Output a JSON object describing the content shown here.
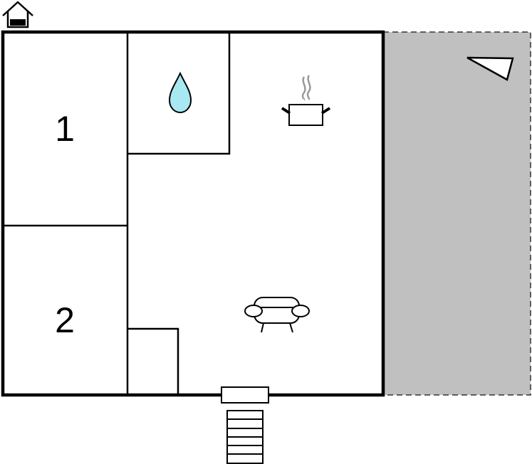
{
  "floorplan": {
    "rooms": [
      {
        "id": "bedroom-1",
        "label": "1"
      },
      {
        "id": "bedroom-2",
        "label": "2"
      }
    ],
    "icons": {
      "house": "house-icon",
      "bathroom": "water-drop-icon",
      "kitchen": "cooking-pot-icon",
      "living": "sofa-icon",
      "terrace": "sail-icon",
      "entrance": "stairs-icon"
    },
    "colors": {
      "wall": "#000000",
      "terrace_fill": "#c0c0c0",
      "water_drop": "#a8e8f0",
      "pot_steam": "#999999",
      "background": "#ffffff"
    }
  }
}
